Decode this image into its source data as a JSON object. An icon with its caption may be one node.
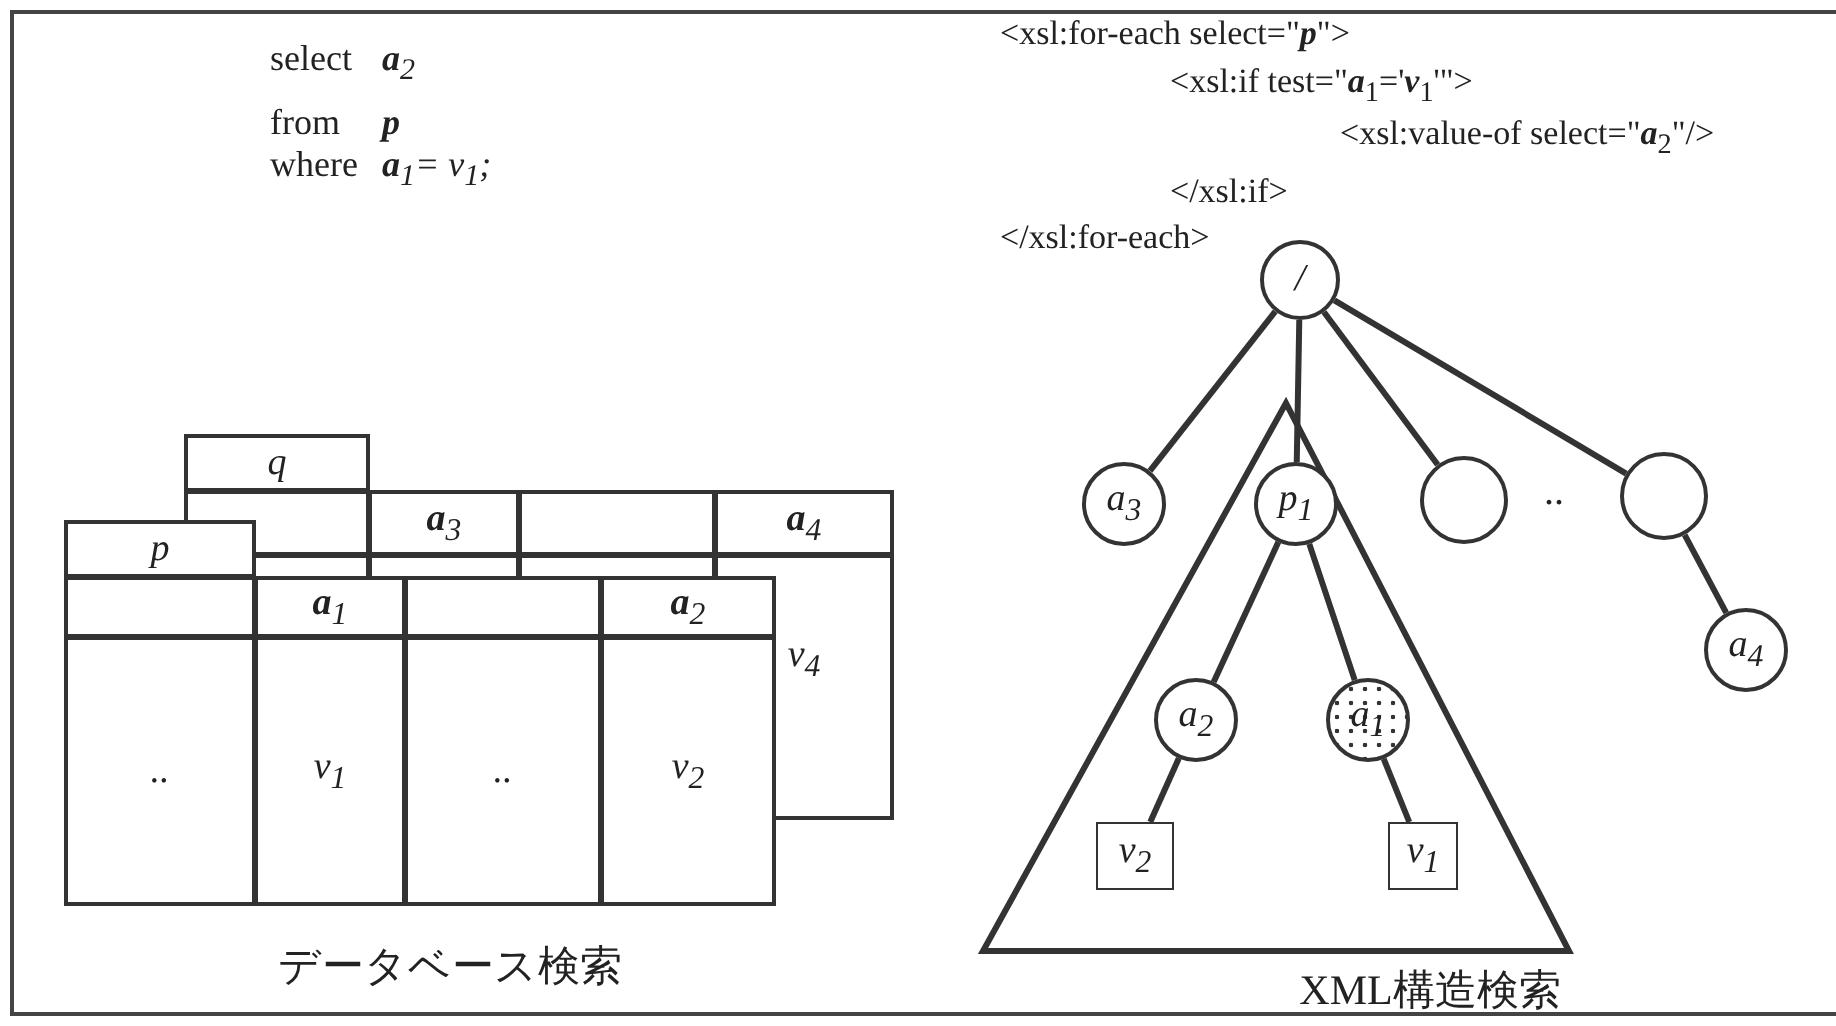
{
  "diagram": {
    "nodes": [
      {
        "text": [
          "/"
        ]
      },
      {
        "text": [
          "a$_{3}$"
        ]
      },
      {
        "text": [],
        "shape": "triangle"
      },
      {
        "text": [
          "p$_{1}$"
        ],
        "in": 2
      },
      {
        "text": [],
        "shape": "circle"
      },
      {
        "text": [],
        "shape": "circle"
      },
      {
        "text": [
          "a$_{4}$"
        ]
      },
      {
        "text": [
          "a$_{2}$"
        ],
        "in": 2
      },
      {
        "text": [
          "a$_{1}$"
        ],
        "in": 2
      },
      {
        "text": [
          "v$_{2}$"
        ],
        "in": 2
      },
      {
        "text": [
          "v$_{1}$"
        ],
        "in": 2
      }
    ],
    "edges": [
      {
        "from": 0,
        "to": 1,
        "arrow": "none"
      },
      {
        "from": 0,
        "to": 3,
        "arrow": "none"
      },
      {
        "from": 0,
        "to": 4,
        "arrow": "none"
      },
      {
        "from": 0,
        "to": 5,
        "arrow": "none"
      },
      {
        "from": 5,
        "to": 6,
        "arrow": "none"
      },
      {
        "from": 3,
        "to": 7,
        "arrow": "none"
      },
      {
        "from": 3,
        "to": 8,
        "arrow": "none"
      },
      {
        "from": 7,
        "to": 9,
        "arrow": "none"
      },
      {
        "from": 8,
        "to": 10,
        "arrow": "none"
      }
    ],
    "labels": [
      "select",
      "**a**$_{2}$",
      "from",
      "**p**",
      "where",
      "**a**$_{1}$= *v*$_{1}$;",
      "<xsl:for-each select=\"**p**\">",
      "<xsl:if test=\"**a**$_{1}$='**v**$_{1}$'\">",
      "<xsl:value-of select=\"**a**$_{2}$\"/>",
      "</xsl:if>",
      "</xsl:for-each>",
      "q",
      "**a**$_{3}$",
      "**a**$_{4}$",
      "p",
      "**a**$_{1}$",
      "**a**$_{2}$",
      "v$_{4}$",
      "..",
      "v$_{1}$",
      "..",
      "v$_{2}$",
      "..",
      "データベース検索",
      "XML構造検索"
    ]
  }
}
